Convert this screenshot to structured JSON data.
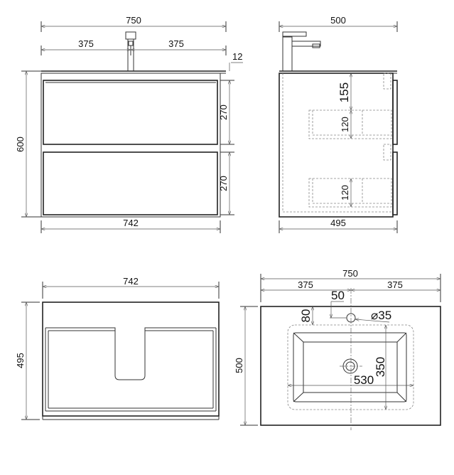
{
  "front_view": {
    "overall_width": "750",
    "half_left": "375",
    "half_right": "375",
    "top_thickness": "12",
    "height": "600",
    "drawer_top_height": "270",
    "drawer_bottom_height": "270",
    "cabinet_width": "742"
  },
  "side_view": {
    "overall_depth": "500",
    "cabinet_depth": "495",
    "drawer_offset": "155",
    "drawer_top_inner_height": "120",
    "drawer_bottom_inner_height": "120"
  },
  "top_view": {
    "cabinet_width": "742",
    "cabinet_depth": "495"
  },
  "basin_view": {
    "overall_width": "750",
    "half_left": "375",
    "half_right": "375",
    "depth": "500",
    "tap_hole_offset": "50",
    "basin_edge_offset": "80",
    "tap_hole_diameter": "⌀35",
    "basin_depth": "350",
    "basin_width": "530"
  }
}
